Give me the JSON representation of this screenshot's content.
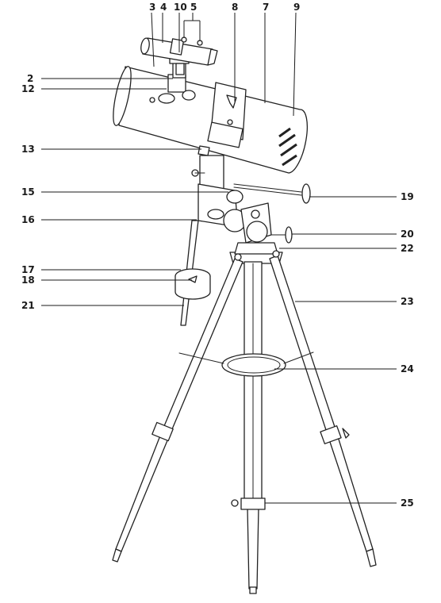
{
  "labels": [
    "3",
    "4",
    "10",
    "5",
    "8",
    "7",
    "9",
    "2",
    "12",
    "13",
    "15",
    "16",
    "17",
    "18",
    "21",
    "19",
    "20",
    "22",
    "23",
    "24",
    "25"
  ],
  "colors": {
    "line": "#222222",
    "background": "#ffffff"
  }
}
